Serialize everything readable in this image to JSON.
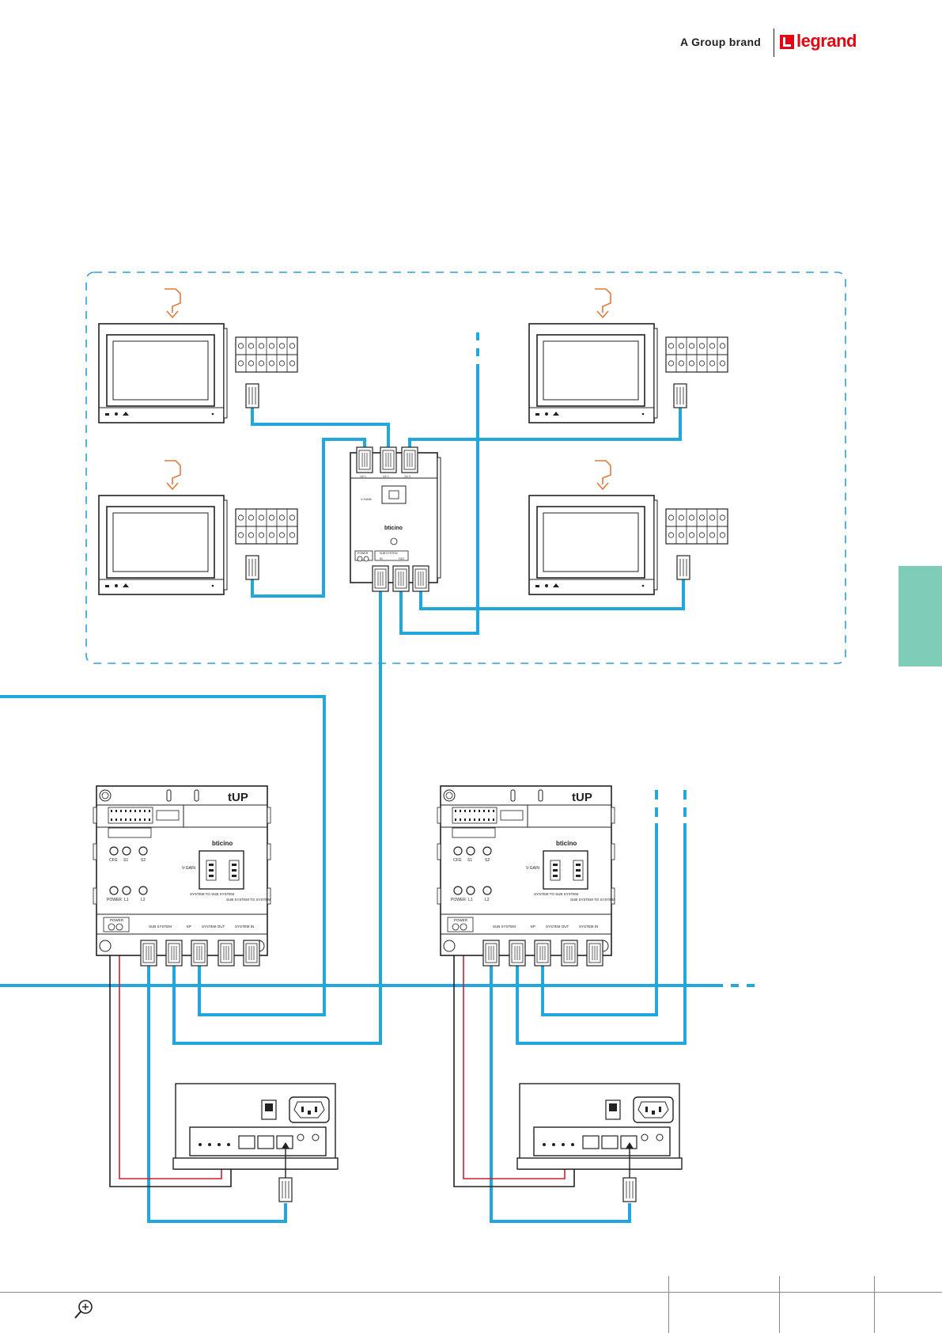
{
  "brand": {
    "tagline": "A Group brand",
    "logo_text": "legrand",
    "accent": "#e30613"
  },
  "colors": {
    "cable": "#22a7dd",
    "frame": "#2f9fd6",
    "arrow": "#e07b39",
    "power_red": "#d01f2a",
    "power_black": "#222222",
    "side_tab": "#7ecdb6"
  },
  "distributor": {
    "brand": "bticino",
    "ports_top": [
      "1/2 1",
      "1/2 1",
      "1/2 3"
    ],
    "vgain_label": "V-GAIN",
    "power_label": "POWER",
    "sub_system_label": "SUB SYSTEM",
    "in_label": "IN",
    "out_label": "OUT"
  },
  "controllers": [
    {
      "id": "controller-1",
      "logo": "tUP",
      "brand": "bticino",
      "leds_top": [
        "CFG",
        "S1",
        "S2"
      ],
      "leds_bottom": [
        "POWER",
        "L1",
        "L2"
      ],
      "vgain_label": "V-GAIN",
      "switch_labels": [
        "SYSTEM TO SUB SYSTEM",
        "SUB SYSTEM TO SYSTEM"
      ],
      "power_label": "POWER",
      "port_labels": [
        "SUB SYSTEM",
        "EP",
        "SYSTEM OUT",
        "SYSTEM IN"
      ]
    },
    {
      "id": "controller-2",
      "logo": "tUP",
      "brand": "bticino",
      "leds_top": [
        "CFG",
        "S1",
        "S2"
      ],
      "leds_bottom": [
        "POWER",
        "L1",
        "L2"
      ],
      "vgain_label": "V-GAIN",
      "switch_labels": [
        "SYSTEM TO SUB SYSTEM",
        "SUB SYSTEM TO SYSTEM"
      ],
      "power_label": "POWER",
      "port_labels": [
        "SUB SYSTEM",
        "EP",
        "SYSTEM OUT",
        "SYSTEM IN"
      ]
    }
  ],
  "monitors": [
    {
      "id": "monitor-top-left"
    },
    {
      "id": "monitor-bottom-left"
    },
    {
      "id": "monitor-top-right"
    },
    {
      "id": "monitor-bottom-right"
    }
  ],
  "power_supplies": [
    {
      "id": "power-supply-1"
    },
    {
      "id": "power-supply-2"
    }
  ],
  "icons": {
    "zoom": "zoom-in-icon",
    "logo": "legrand-logo-icon"
  }
}
